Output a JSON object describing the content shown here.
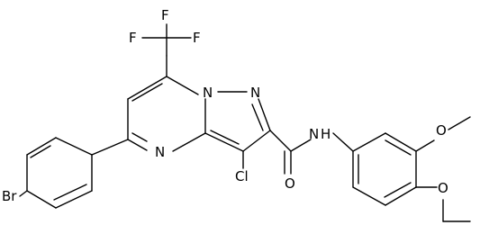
{
  "atom_labels": {
    "f_top": "F",
    "f_left": "F",
    "f_right": "F",
    "br": "Br",
    "n_ring_a": "N",
    "n_ring_b": "N",
    "n_ring_c": "N",
    "cl": "Cl",
    "amide_o": "O",
    "amide_nh": "N",
    "amide_h": "H",
    "ome_o_upper": "O",
    "ome_o_lower": "O"
  }
}
